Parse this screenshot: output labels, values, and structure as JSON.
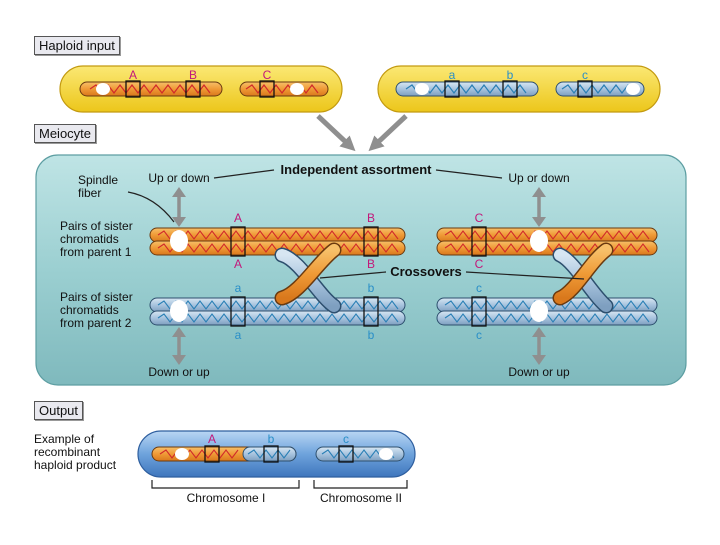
{
  "section_labels": {
    "haploid_input": "Haploid input",
    "meiocyte": "Meiocyte",
    "output": "Output"
  },
  "haploid_input": {
    "left_alleles": [
      "A",
      "B",
      "C"
    ],
    "right_alleles": [
      "a",
      "b",
      "c"
    ]
  },
  "meiocyte": {
    "independent_assortment": "Independent assortment",
    "up_or_down": "Up or down",
    "down_or_up": "Down or up",
    "spindle_fiber": [
      "Spindle",
      "fiber"
    ],
    "parent1_label": [
      "Pairs of sister",
      "chromatids",
      "from parent 1"
    ],
    "parent2_label": [
      "Pairs of sister",
      "chromatids",
      "from parent 2"
    ],
    "crossovers": "Crossovers",
    "alleles_parent1": [
      "A",
      "B",
      "C"
    ],
    "alleles_parent2": [
      "a",
      "b",
      "c"
    ]
  },
  "output": {
    "example_label": [
      "Example of",
      "recombinant",
      "haploid product"
    ],
    "alleles": [
      "A",
      "b",
      "c"
    ],
    "chromosome_1": "Chromosome I",
    "chromosome_2": "Chromosome II"
  },
  "colors": {
    "yellow_cell": "#f7dc3c",
    "meiocyte_fill": "#9fd1d3",
    "chromosome_red": "#f29a3a",
    "chromosome_blue": "#9bb8d6",
    "allele_magenta": "#c2187a",
    "allele_blue": "#2a8fc8",
    "output_cell": "#6a9fd8"
  }
}
